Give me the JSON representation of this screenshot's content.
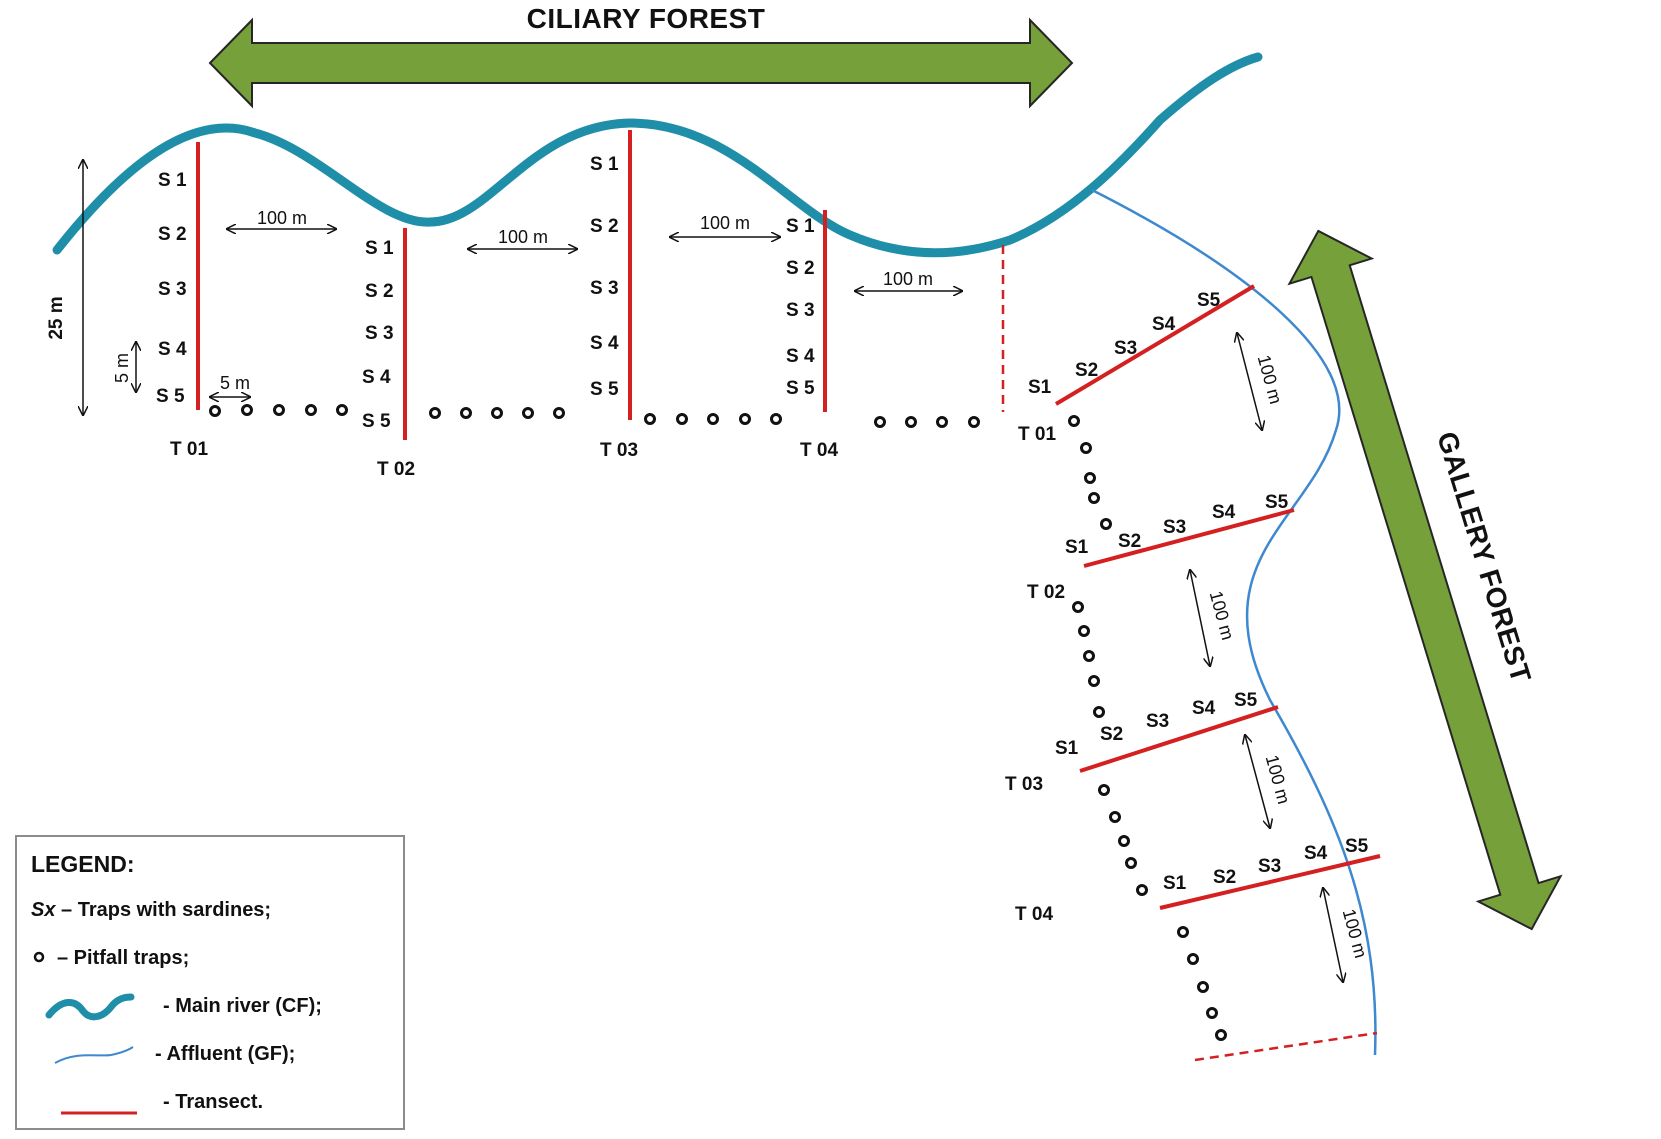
{
  "banners": {
    "ciliary": "CILIARY FOREST",
    "gallery": "GALLERY FOREST"
  },
  "colors": {
    "arrow_fill": "#76a03a",
    "arrow_stroke": "#262626",
    "main_river": "#1f8ea8",
    "affluent": "#3e88cf",
    "transect": "#d42020"
  },
  "ciliary": {
    "height_label": "25 m",
    "spacing_vertical_label": "5 m",
    "spacing_horizontal_label": "5 m",
    "distance_label": "100 m",
    "transects": [
      {
        "id": "T 01",
        "stations": [
          "S 1",
          "S 2",
          "S 3",
          "S 4",
          "S 5"
        ]
      },
      {
        "id": "T 02",
        "stations": [
          "S 1",
          "S 2",
          "S 3",
          "S 4",
          "S 5"
        ]
      },
      {
        "id": "T 03",
        "stations": [
          "S 1",
          "S 2",
          "S 3",
          "S 4",
          "S 5"
        ]
      },
      {
        "id": "T 04",
        "stations": [
          "S 1",
          "S 2",
          "S 3",
          "S 4",
          "S 5"
        ]
      }
    ]
  },
  "gallery": {
    "distance_label": "100 m",
    "transects": [
      {
        "id": "T 01",
        "stations": [
          "S1",
          "S2",
          "S3",
          "S4",
          "S5"
        ]
      },
      {
        "id": "T 02",
        "stations": [
          "S1",
          "S2",
          "S3",
          "S4",
          "S5"
        ]
      },
      {
        "id": "T 03",
        "stations": [
          "S1",
          "S2",
          "S3",
          "S4",
          "S5"
        ]
      },
      {
        "id": "T 04",
        "stations": [
          "S1",
          "S2",
          "S3",
          "S4",
          "S5"
        ]
      }
    ]
  },
  "legend": {
    "title": "LEGEND:",
    "sardine_symbol": "Sx",
    "sardine_text": " – Traps with sardines;",
    "pitfall_text": "–  Pitfall traps;",
    "main_river_text": "- Main river (CF);",
    "affluent_text": "- Affluent  (GF);",
    "transect_text": "- Transect."
  }
}
